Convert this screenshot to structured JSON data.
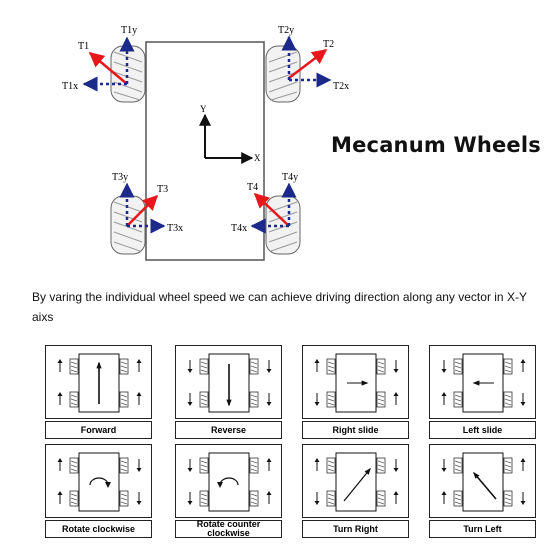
{
  "title": "Mecanum Wheels",
  "description": "By varing the individual wheel speed we can achieve driving direction along any vector in X-Y aixs",
  "axes": {
    "y": "Y",
    "x": "X"
  },
  "forces": {
    "t1": "T1",
    "t1y": "T1y",
    "t1x": "T1x",
    "t2": "T2",
    "t2y": "T2y",
    "t2x": "T2x",
    "t3": "T3",
    "t3y": "T3y",
    "t3x": "T3x",
    "t4": "T4",
    "t4y": "T4y",
    "t4x": "T4x"
  },
  "colors": {
    "force": "#e8171b",
    "component": "#1b2a8a",
    "line": "#222222"
  },
  "modes": [
    {
      "label": "Forward",
      "motion": "arrow-up"
    },
    {
      "label": "Reverse",
      "motion": "arrow-down"
    },
    {
      "label": "Right slide",
      "motion": "arrow-right"
    },
    {
      "label": "Left slide",
      "motion": "arrow-left"
    },
    {
      "label": "Rotate clockwise",
      "motion": "rotate-cw"
    },
    {
      "label": "Rotate counter clockwise",
      "motion": "rotate-ccw"
    },
    {
      "label": "Turn Right",
      "motion": "arrow-up-right"
    },
    {
      "label": "Turn Left",
      "motion": "arrow-up-left"
    }
  ]
}
